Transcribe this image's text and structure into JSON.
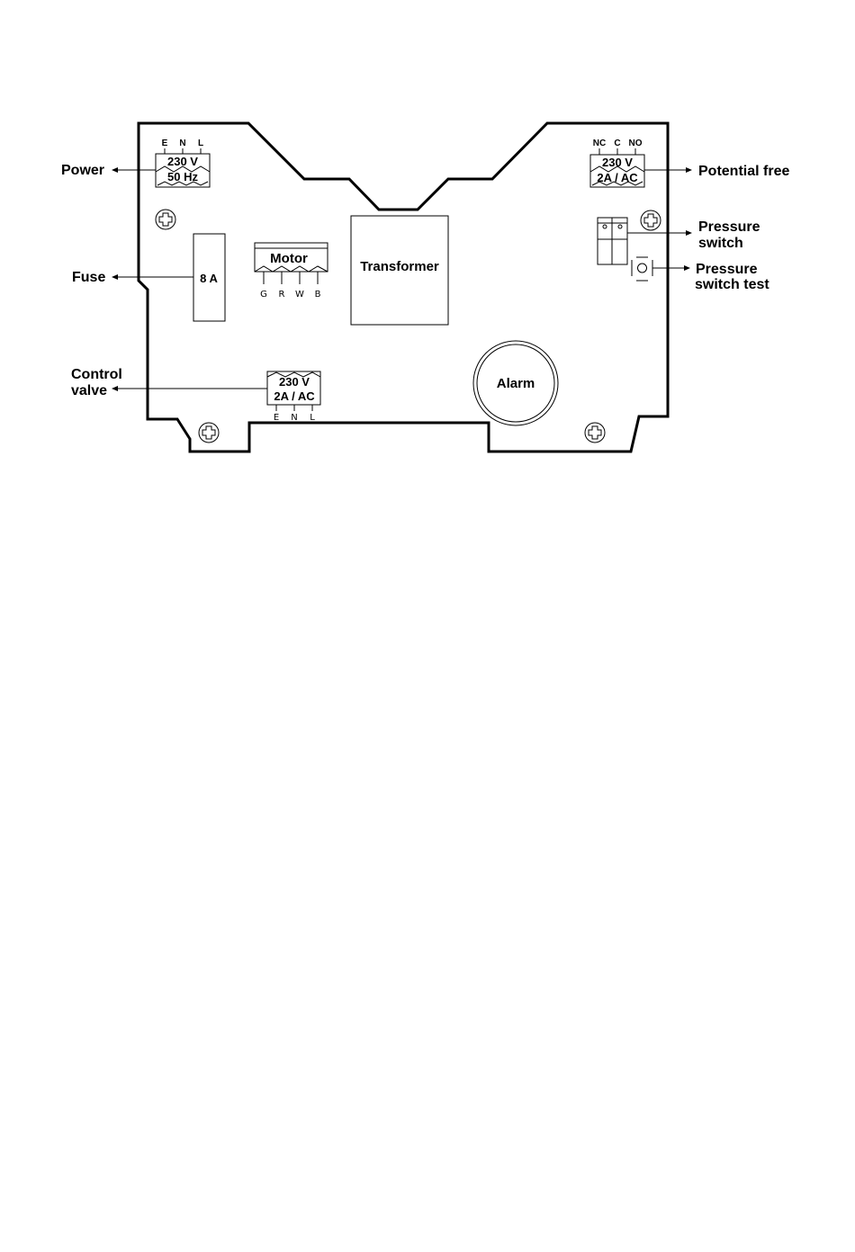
{
  "labels": {
    "power": "Power",
    "fuse": "Fuse",
    "control_valve_line1": "Control",
    "control_valve_line2": "valve",
    "potential_free": "Potential free",
    "pressure_switch_line1": "Pressure",
    "pressure_switch_line2": "switch",
    "pressure_switch_test_line1": "Pressure",
    "pressure_switch_test_line2": "switch test"
  },
  "power_terminal": {
    "pins": [
      "E",
      "N",
      "L"
    ],
    "line1": "230 V",
    "line2": "50 Hz"
  },
  "potential_free_terminal": {
    "pins": [
      "NC",
      "C",
      "NO"
    ],
    "line1": "230 V",
    "line2": "2A / AC"
  },
  "control_valve_terminal": {
    "pins": [
      "E",
      "N",
      "L"
    ],
    "line1": "230 V",
    "line2": "2A / AC"
  },
  "motor": {
    "label": "Motor",
    "pins": [
      "G",
      "R",
      "W",
      "B"
    ]
  },
  "fuse": {
    "value": "8 A"
  },
  "transformer": {
    "label": "Transformer"
  },
  "alarm": {
    "label": "Alarm"
  },
  "colors": {
    "line": "#000000",
    "background": "#ffffff"
  }
}
